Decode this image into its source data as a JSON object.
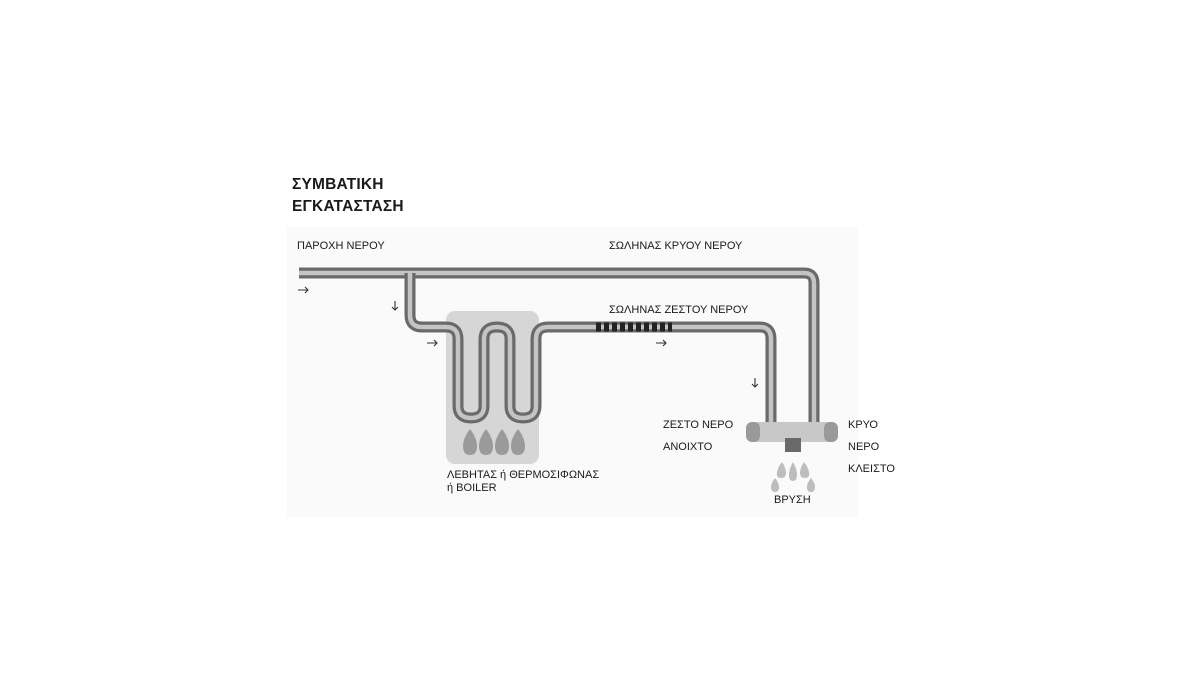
{
  "title": {
    "line1": "ΣΥΜΒΑΤΙΚΗ",
    "line2": "ΕΓΚΑΤΑΣΤΑΣΗ"
  },
  "labels": {
    "water_supply": "ΠΑΡΟΧΗ ΝΕΡΟΥ",
    "cold_pipe": "ΣΩΛΗΝΑΣ ΚΡΥΟΥ ΝΕΡΟΥ",
    "hot_pipe": "ΣΩΛΗΝΑΣ ΖΕΣΤΟΥ ΝΕΡΟΥ",
    "boiler_line1": "ΛΕΒΗΤΑΣ ή ΘΕΡΜΟΣΙΦΩΝΑΣ",
    "boiler_line2": "ή BOILER",
    "hot_water": "ΖΕΣΤΟ ΝΕΡΟ",
    "open": "ΑΝΟΙΧΤΟ",
    "cold": "ΚΡΥΟ",
    "water": "ΝΕΡΟ",
    "closed": "ΚΛΕΙΣΤΟ",
    "faucet": "ΒΡΥΣΗ"
  },
  "colors": {
    "pipe_outer": "#6a6a6a",
    "pipe_inner": "#c4c4c4",
    "boiler_box": "#d6d6d6",
    "flame": "#9a9a9a",
    "tap_handle": "#c8c8c8",
    "arrow": "#333333"
  },
  "icons": {
    "flow_arrow": "arrow-icon",
    "flame": "flame-icon",
    "water_drop": "water-drop-icon"
  }
}
